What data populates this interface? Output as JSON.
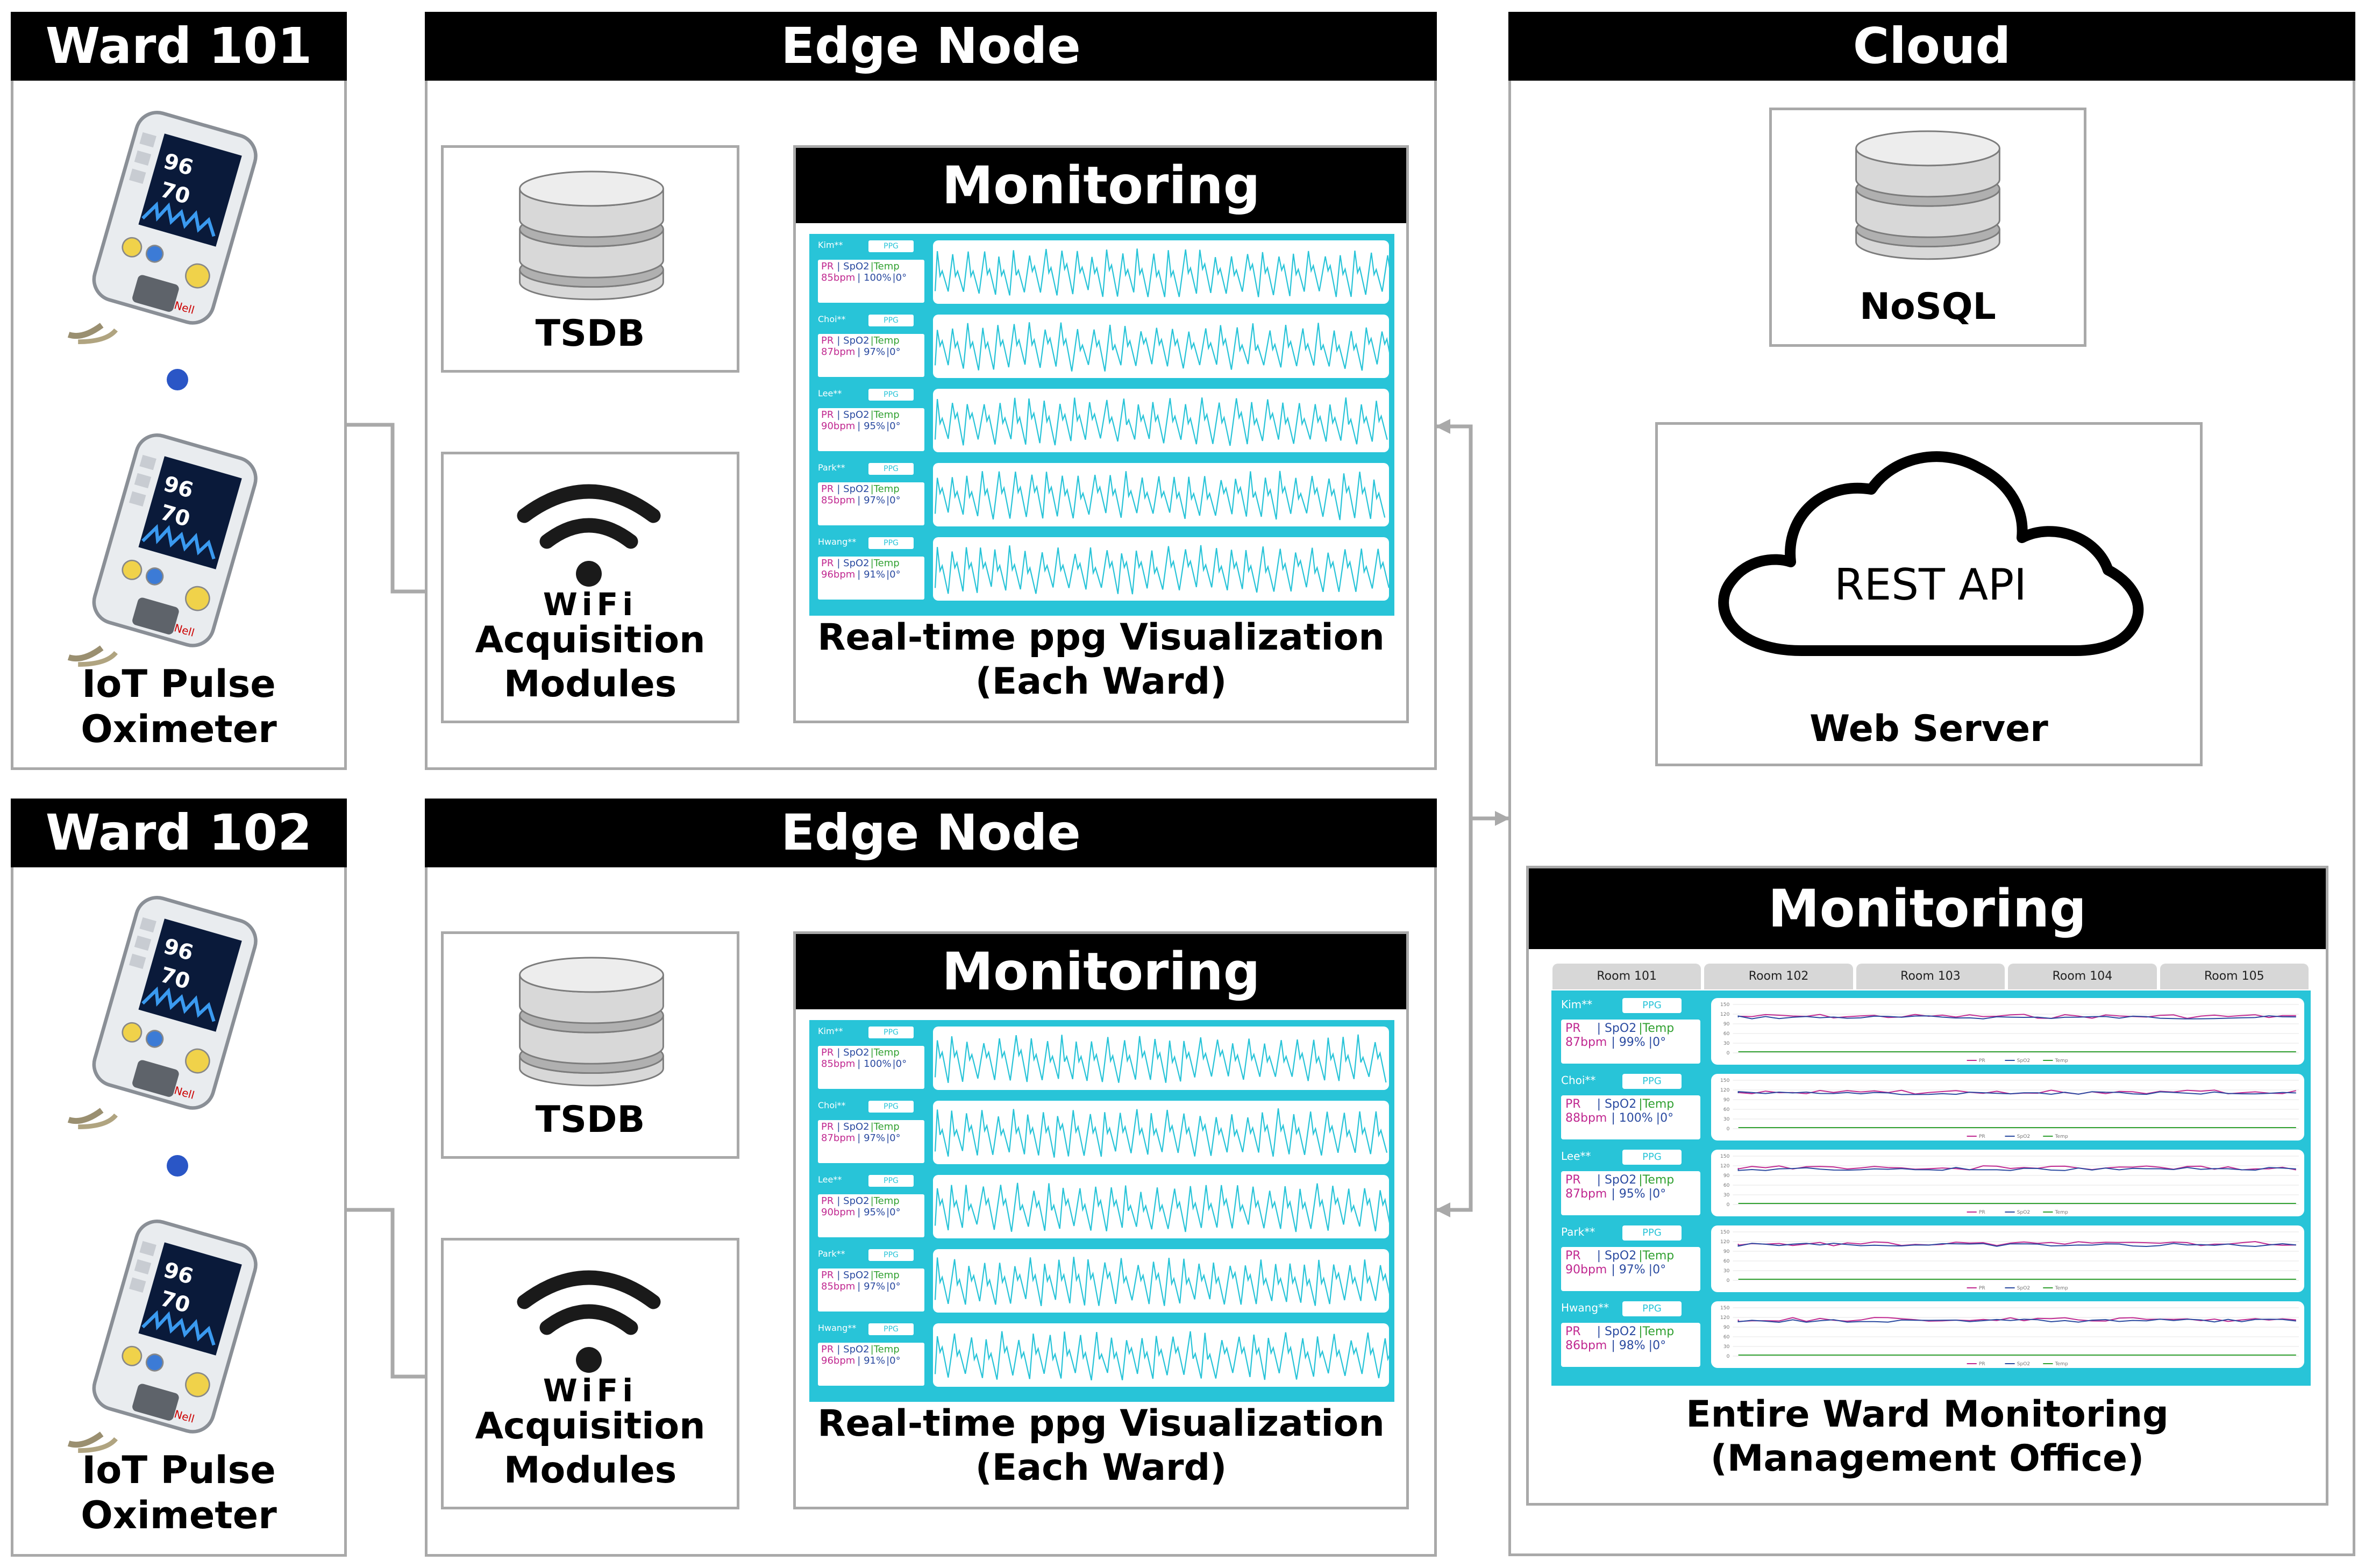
{
  "ward1": {
    "title": "Ward 101",
    "device_caption": [
      "IoT Pulse",
      "Oximeter"
    ]
  },
  "ward2": {
    "title": "Ward 102",
    "device_caption": [
      "IoT Pulse",
      "Oximeter"
    ]
  },
  "edge1": {
    "title": "Edge Node",
    "tsdb_label": "TSDB",
    "wifi_word": "WiFi",
    "acq_label": [
      "Acquisition",
      "Modules"
    ],
    "monitor_title": "Monitoring",
    "monitor_caption": [
      "Real-time ppg Visualization",
      "(Each Ward)"
    ],
    "rows": [
      {
        "name": "Kim**",
        "tag": "PPG",
        "pr_label": "PR",
        "spo2_label": "| SpO2",
        "temp_label": "|Temp",
        "pr": "85bpm",
        "spo2": "| 100%",
        "temp": "|0°"
      },
      {
        "name": "Choi**",
        "tag": "PPG",
        "pr_label": "PR",
        "spo2_label": "| SpO2",
        "temp_label": "|Temp",
        "pr": "87bpm",
        "spo2": "| 97%",
        "temp": "|0°"
      },
      {
        "name": "Lee**",
        "tag": "PPG",
        "pr_label": "PR",
        "spo2_label": "| SpO2",
        "temp_label": "|Temp",
        "pr": "90bpm",
        "spo2": "| 95%",
        "temp": "|0°"
      },
      {
        "name": "Park**",
        "tag": "PPG",
        "pr_label": "PR",
        "spo2_label": "| SpO2",
        "temp_label": "|Temp",
        "pr": "85bpm",
        "spo2": "| 97%",
        "temp": "|0°"
      },
      {
        "name": "Hwang**",
        "tag": "PPG",
        "pr_label": "PR",
        "spo2_label": "| SpO2",
        "temp_label": "|Temp",
        "pr": "96bpm",
        "spo2": "| 91%",
        "temp": "|0°"
      }
    ]
  },
  "edge2": {
    "title": "Edge Node",
    "tsdb_label": "TSDB",
    "wifi_word": "WiFi",
    "acq_label": [
      "Acquisition",
      "Modules"
    ],
    "monitor_title": "Monitoring",
    "monitor_caption": [
      "Real-time ppg Visualization",
      "(Each Ward)"
    ],
    "rows": [
      {
        "name": "Kim**",
        "tag": "PPG",
        "pr_label": "PR",
        "spo2_label": "| SpO2",
        "temp_label": "|Temp",
        "pr": "85bpm",
        "spo2": "| 100%",
        "temp": "|0°"
      },
      {
        "name": "Choi**",
        "tag": "PPG",
        "pr_label": "PR",
        "spo2_label": "| SpO2",
        "temp_label": "|Temp",
        "pr": "87bpm",
        "spo2": "| 97%",
        "temp": "|0°"
      },
      {
        "name": "Lee**",
        "tag": "PPG",
        "pr_label": "PR",
        "spo2_label": "| SpO2",
        "temp_label": "|Temp",
        "pr": "90bpm",
        "spo2": "| 95%",
        "temp": "|0°"
      },
      {
        "name": "Park**",
        "tag": "PPG",
        "pr_label": "PR",
        "spo2_label": "| SpO2",
        "temp_label": "|Temp",
        "pr": "85bpm",
        "spo2": "| 97%",
        "temp": "|0°"
      },
      {
        "name": "Hwang**",
        "tag": "PPG",
        "pr_label": "PR",
        "spo2_label": "| SpO2",
        "temp_label": "|Temp",
        "pr": "96bpm",
        "spo2": "| 91%",
        "temp": "|0°"
      }
    ]
  },
  "cloud": {
    "title": "Cloud",
    "nosql_label": "NoSQL",
    "api_label": "REST API",
    "server_label": "Web Server",
    "monitor_title": "Monitoring",
    "tabs": [
      "Room 101",
      "Room 102",
      "Room 103",
      "Room 104",
      "Room 105"
    ],
    "rows": [
      {
        "name": "Kim**",
        "tag": "PPG",
        "pr_label": "PR",
        "spo2_label": "| SpO2",
        "temp_label": "|Temp",
        "pr": "87bpm",
        "spo2": "| 99%",
        "temp": "|0°"
      },
      {
        "name": "Choi**",
        "tag": "PPG",
        "pr_label": "PR",
        "spo2_label": "| SpO2",
        "temp_label": "|Temp",
        "pr": "88bpm",
        "spo2": "| 100%",
        "temp": "|0°"
      },
      {
        "name": "Lee**",
        "tag": "PPG",
        "pr_label": "PR",
        "spo2_label": "| SpO2",
        "temp_label": "|Temp",
        "pr": "87bpm",
        "spo2": "| 95%",
        "temp": "|0°"
      },
      {
        "name": "Park**",
        "tag": "PPG",
        "pr_label": "PR",
        "spo2_label": "| SpO2",
        "temp_label": "|Temp",
        "pr": "90bpm",
        "spo2": "| 97%",
        "temp": "|0°"
      },
      {
        "name": "Hwang**",
        "tag": "PPG",
        "pr_label": "PR",
        "spo2_label": "| SpO2",
        "temp_label": "|Temp",
        "pr": "86bpm",
        "spo2": "| 98%",
        "temp": "|0°"
      }
    ],
    "chart_ticks": [
      "150",
      "120",
      "90",
      "60",
      "30",
      "0"
    ],
    "chart_legend": [
      "PR",
      "SpO2",
      "Temp"
    ],
    "caption": [
      "Entire Ward Monitoring",
      "(Management Office)"
    ]
  },
  "colors": {
    "screen": "#28c4d8",
    "pr": "#c02890",
    "spo2": "#2a4aa0",
    "temp": "#30a030",
    "connector": "#a9a9a9",
    "dot": "#2a56c6"
  }
}
